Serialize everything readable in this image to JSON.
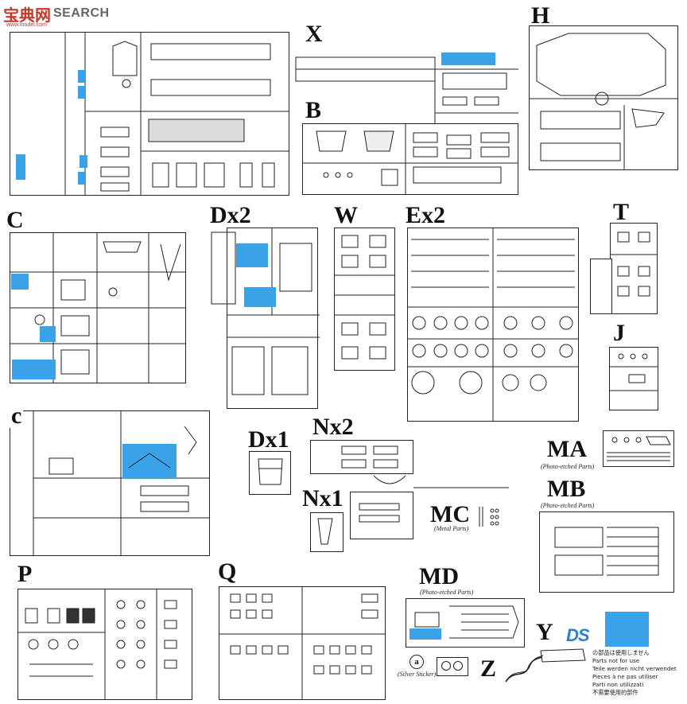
{
  "watermark": {
    "chinese": "宝典网",
    "english": "SEARCH",
    "url": "www.model.com"
  },
  "sprues": {
    "X": "X",
    "B": "B",
    "H": "H",
    "C": "C",
    "Dx2": "Dx2",
    "W": "W",
    "Ex2": "Ex2",
    "T": "T",
    "J": "J",
    "c": "c",
    "Dx1": "Dx1",
    "Nx2": "Nx2",
    "Nx1": "Nx1",
    "MA": "MA",
    "MB": "MB",
    "MC": "MC",
    "MD": "MD",
    "P": "P",
    "Q": "Q",
    "Y": "Y",
    "Z": "Z"
  },
  "captions": {
    "MA": "(Photo-etched Parts)",
    "MB": "(Photo-etched Parts)",
    "MC": "(Metal Parts)",
    "MD": "(Photo-etched Parts)",
    "sticker": "(Silver Sticker)",
    "sticker_letter": "a"
  },
  "brand_logo": "DS",
  "legend": {
    "color": "#3aa3e8",
    "lines": [
      "の部品は使用しません",
      "Parts not for use",
      "Teile werden nicht verwendet",
      "Pieces à ne pas utiliser",
      "Parti non utilizzati",
      "不需要使用的部件"
    ]
  },
  "colors": {
    "unused_highlight": "#3aa3e8",
    "line": "#222222",
    "watermark_red": "#c0392b"
  }
}
